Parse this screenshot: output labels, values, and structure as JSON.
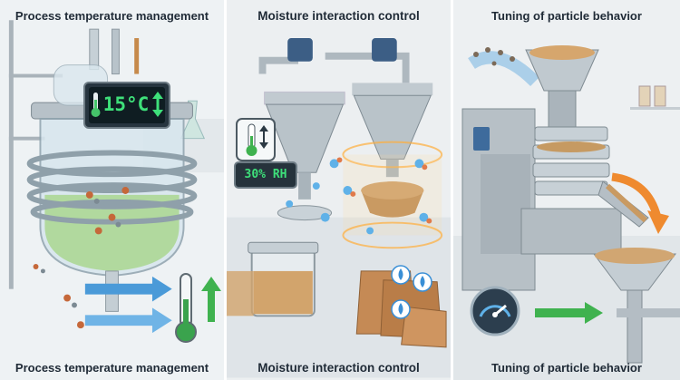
{
  "panels": [
    {
      "top_caption": "Process temperature management",
      "bottom_caption": "Process temperature management",
      "display_reading": "15°C"
    },
    {
      "top_caption": "Moisture interaction control",
      "bottom_caption": "Moisture interaction control",
      "humidity_reading": "30% RH"
    },
    {
      "top_caption": "Tuning of particle behavior",
      "bottom_caption": "Tuning of particle behavior"
    }
  ],
  "icons": {
    "thermometer": "thermometer-icon",
    "up_down_arrows": "up-down-arrow-icon",
    "water_drop": "water-drop-icon",
    "gauge": "gauge-icon",
    "arrow_right": "arrow-right-icon"
  },
  "colors": {
    "accent_blue": "#3a8fd6",
    "accent_green": "#3fb24f",
    "digital_green": "#3ee07a",
    "steel": "#9aa6ae",
    "powder": "#c99a62"
  }
}
